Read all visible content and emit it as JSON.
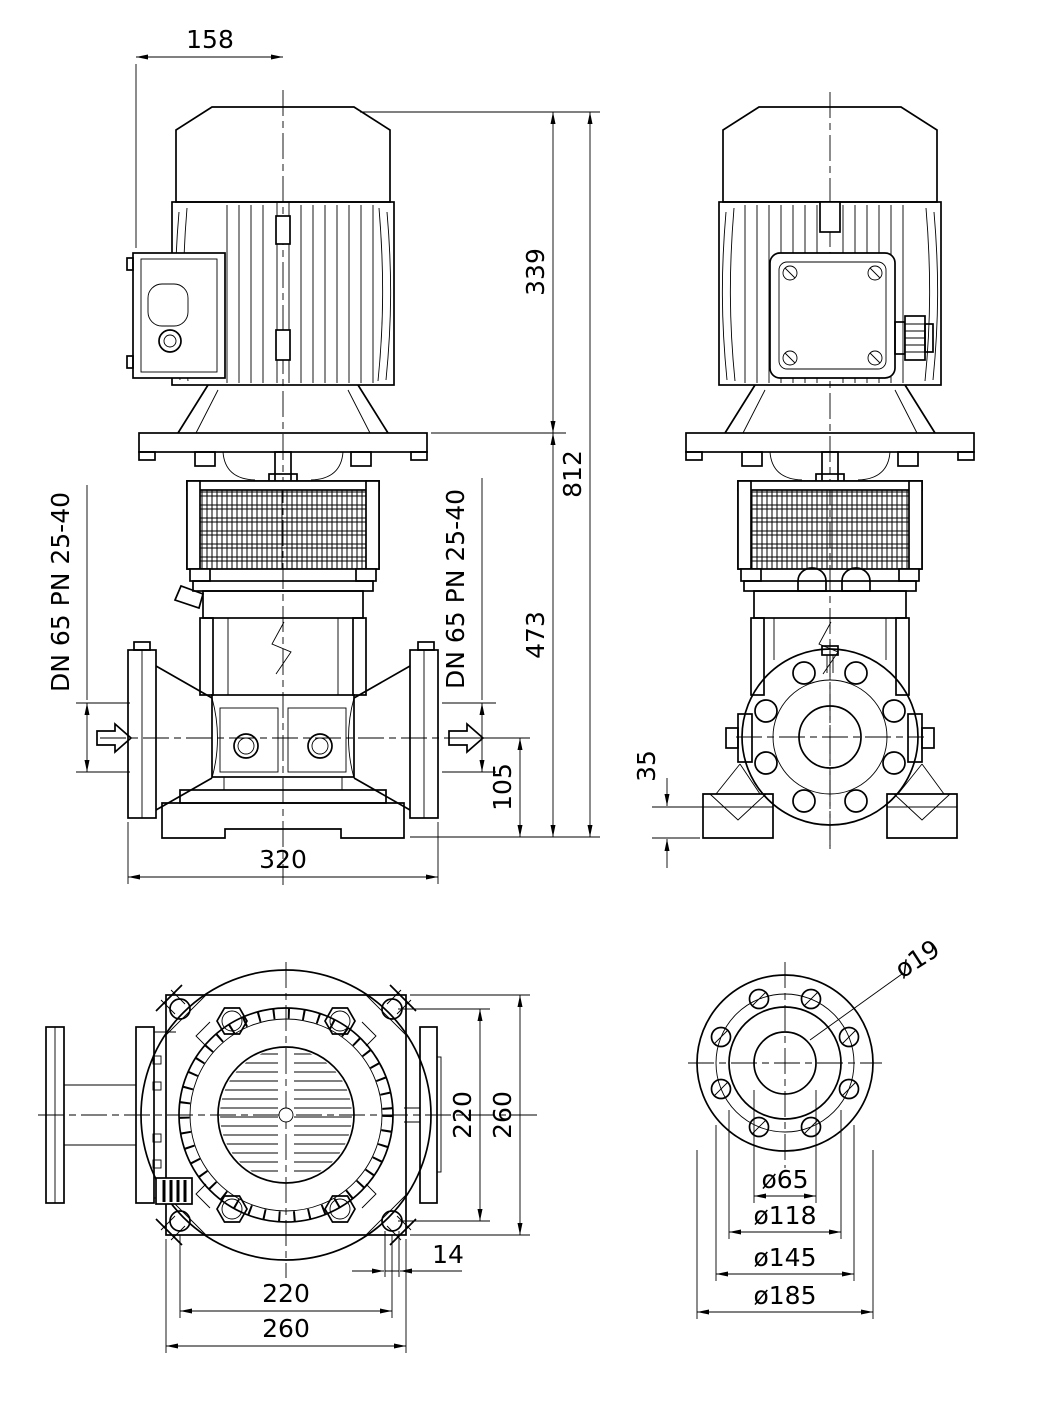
{
  "drawing": {
    "kind": "pump-dimensional-drawing",
    "front": {
      "name": "front-elevation",
      "terminal_box_offset": "158",
      "motor_height": "339",
      "overall_height": "812",
      "pump_height": "473",
      "port_center_height": "105",
      "base_width": "320",
      "suction_label": "DN 65 PN 25-40",
      "discharge_label": "DN 65 PN 25-40"
    },
    "side": {
      "name": "side-elevation",
      "foot_height": "35"
    },
    "plan": {
      "name": "plan-view",
      "bolt_pitch_vertical": "220",
      "plate_depth": "260",
      "slot_width": "14",
      "bolt_pitch_horizontal": "220",
      "plate_width": "260"
    },
    "flange": {
      "name": "flange-detail",
      "bolt_hole_dia": "ø19",
      "bore_dia": "ø65",
      "raised_face_dia": "ø118",
      "bolt_circle_dia": "ø145",
      "outer_dia": "ø185"
    }
  }
}
